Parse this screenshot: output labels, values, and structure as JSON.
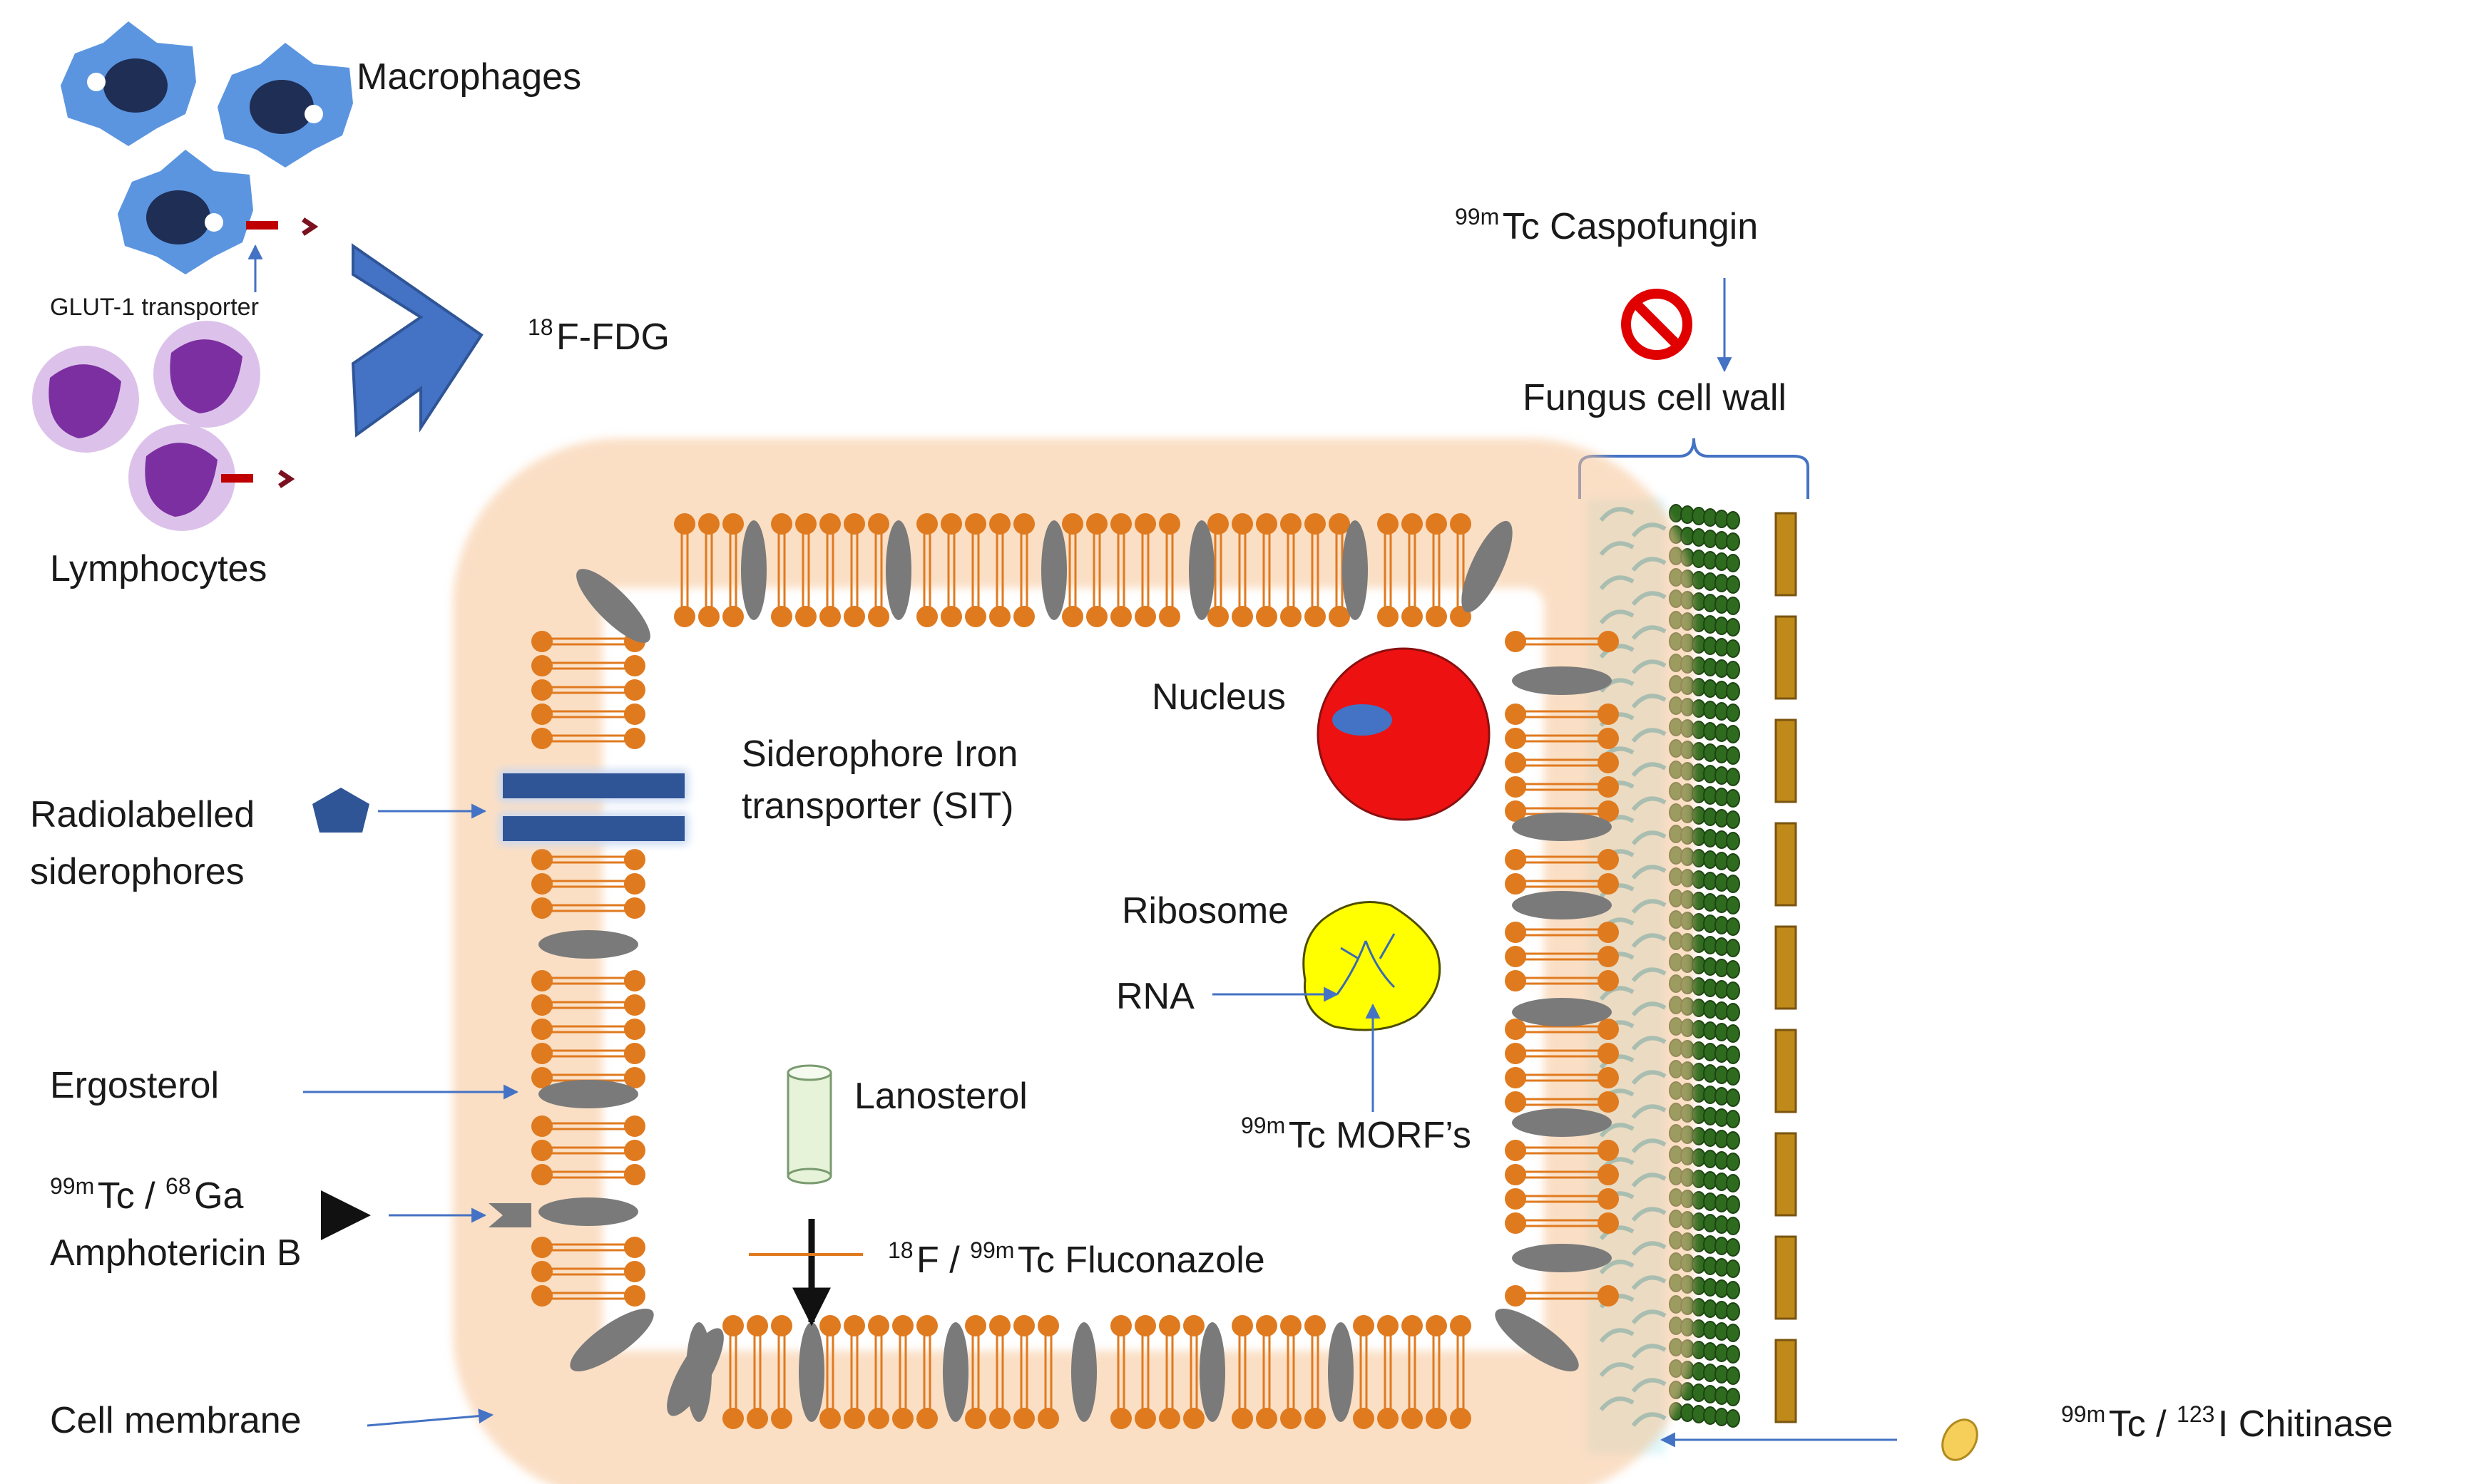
{
  "labels": {
    "macrophages": "Macrophages",
    "glut1": "GLUT-1 transporter",
    "fdg_sup": "18",
    "fdg": "F-FDG",
    "lymphocytes": "Lymphocytes",
    "caspo_sup": "99m",
    "caspo": "Tc Caspofungin",
    "fungus_wall": "Fungus cell wall",
    "nucleus": "Nucleus",
    "sit_line1": "Siderophore Iron",
    "sit_line2": "transporter (SIT)",
    "radio_line1": "Radiolabelled",
    "radio_line2": "siderophores",
    "ribosome": "Ribosome",
    "rna": "RNA",
    "morf_sup": "99m",
    "morf": "Tc MORF’s",
    "ergosterol": "Ergosterol",
    "lanosterol": "Lanosterol",
    "ampho_sup1": "99m",
    "ampho_mid": "Tc / ",
    "ampho_sup2": "68",
    "ampho_end": "Ga",
    "ampho_line2": "Amphotericin B",
    "fluco_sup1": "18",
    "fluco_mid": "F / ",
    "fluco_sup2": "99m",
    "fluco_end": "Tc Fluconazole",
    "cell_membrane": "Cell membrane",
    "chit_sup1": "99m",
    "chit_mid": "Tc / ",
    "chit_sup2": "123",
    "chit_end": "I Chitinase"
  },
  "colors": {
    "lipid": "#e07a1f",
    "sterol": "#7a7a7a",
    "macrophage": "#4a86d8",
    "lymphocyte": "#7c2fa0",
    "nucleus": "#ee1111",
    "ribosome": "#ffff00",
    "arrow": "#4472c4",
    "cell_wall_glucan": "#2e6b1f",
    "cell_wall_chitin": "#7fd8ea",
    "mannoprotein": "#c08a1a"
  }
}
